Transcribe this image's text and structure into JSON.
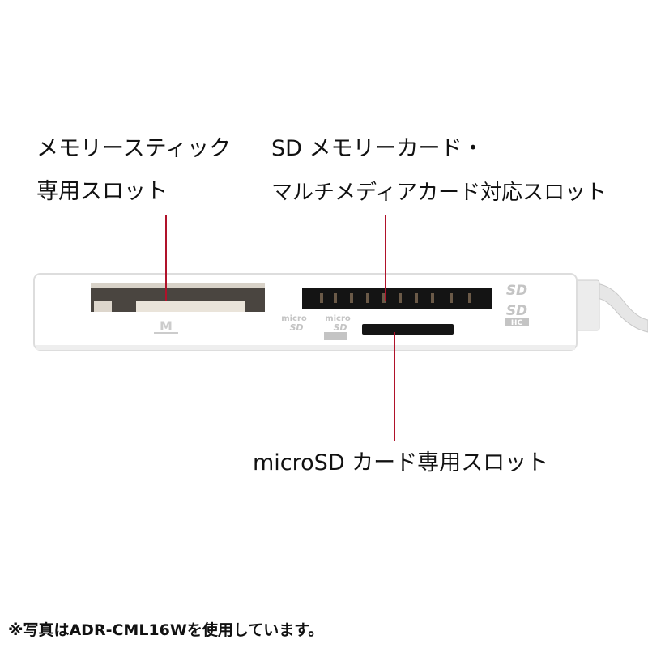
{
  "labels": {
    "memory_stick_line1": "メモリースティック",
    "memory_stick_line2": "専用スロット",
    "sd_line1": "SD メモリーカード・",
    "sd_line2": "マルチメディアカード対応スロット",
    "microsd": "microSD カード専用スロット"
  },
  "footer_note": "※写真はADR-CML16Wを使用しています。",
  "logos": {
    "sd": "SD",
    "sdhc": "SD",
    "hc": "HC",
    "micro": "micro",
    "microsd_sd": "SD",
    "microsdhc_sd": "SD"
  },
  "colors": {
    "callout_line": "#b0122a",
    "device": "#ffffff",
    "slot": "#1a1a1a"
  }
}
